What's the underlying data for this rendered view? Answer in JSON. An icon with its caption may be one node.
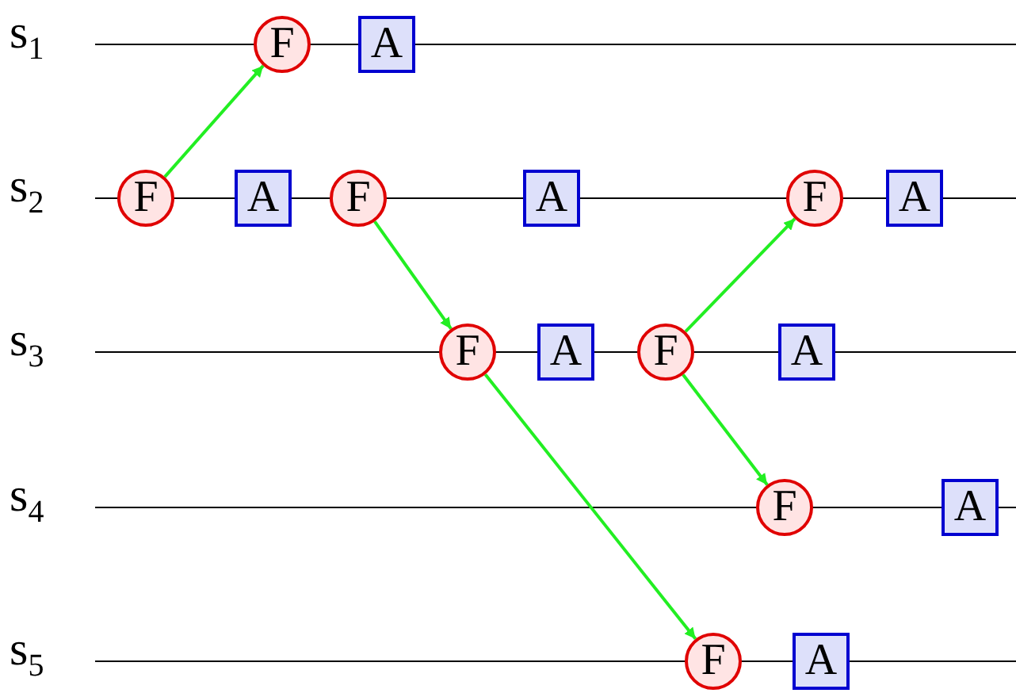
{
  "diagram": {
    "nodes": [
      {
        "text": [
          "F"
        ]
      },
      {
        "text": [
          "A"
        ]
      },
      {
        "text": [
          "F"
        ]
      },
      {
        "text": [
          "A"
        ]
      },
      {
        "text": [
          "F"
        ]
      },
      {
        "text": [
          "A"
        ]
      },
      {
        "text": [
          "F"
        ]
      },
      {
        "text": [
          "A"
        ]
      },
      {
        "text": [
          "F"
        ]
      },
      {
        "text": [
          "A"
        ]
      },
      {
        "text": [
          "F"
        ]
      },
      {
        "text": [
          "A"
        ]
      },
      {
        "text": [
          "F"
        ]
      },
      {
        "text": [
          "A"
        ]
      },
      {
        "text": [
          "F"
        ]
      },
      {
        "text": [
          "A"
        ]
      }
    ],
    "edges": [
      {
        "from": 2,
        "to": 0,
        "arrow": "to"
      },
      {
        "from": 4,
        "to": 8,
        "arrow": "to"
      },
      {
        "from": 8,
        "to": 14,
        "arrow": "to"
      },
      {
        "from": 10,
        "to": 6,
        "arrow": "to"
      },
      {
        "from": 10,
        "to": 12,
        "arrow": "to"
      }
    ],
    "labels": [
      "s$_{1}$",
      "s$_{2}$",
      "s$_{3}$",
      "s$_{4}$",
      "s$_{5}$"
    ]
  }
}
